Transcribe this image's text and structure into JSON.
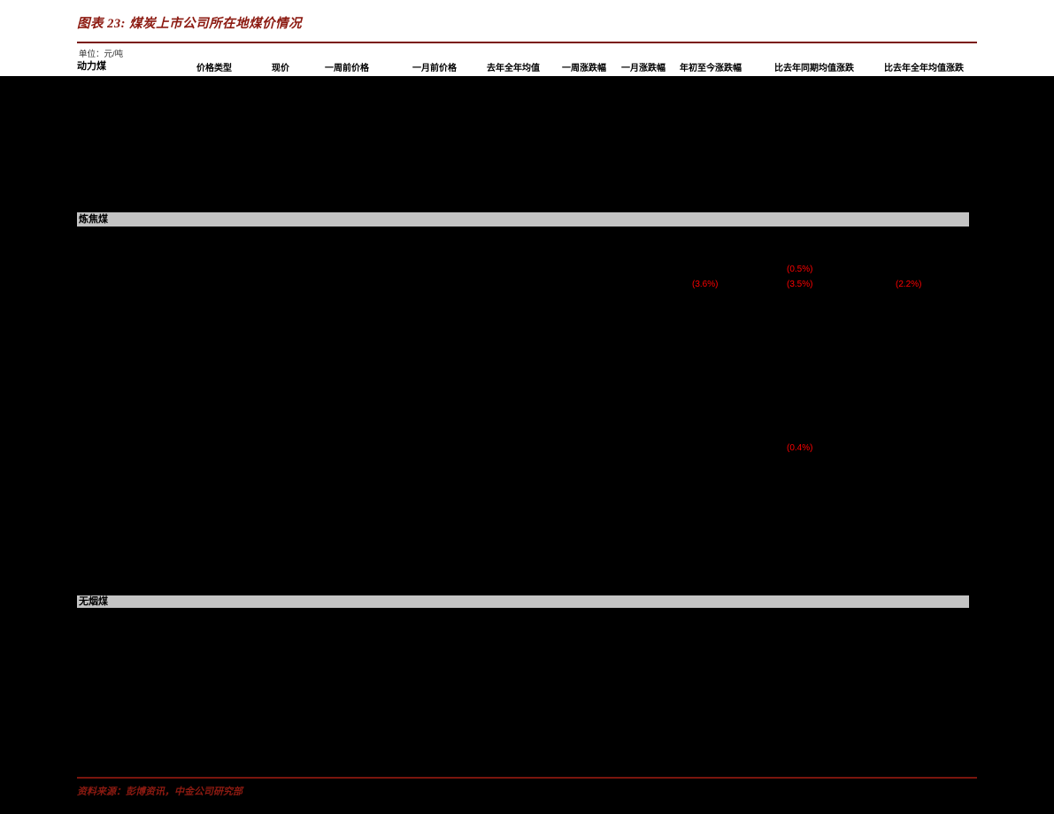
{
  "colors": {
    "accent_dark_red": "#8c1a11",
    "rule_red": "#7a150d",
    "value_red": "#ff0000",
    "band_gray": "#c4c4c4",
    "body_black": "#000000",
    "paper_white": "#ffffff"
  },
  "header": {
    "figure_title": "图表 23: 煤炭上市公司所在地煤价情况",
    "unit_label": "单位：元/吨"
  },
  "table": {
    "group_label": "动力煤",
    "columns": [
      "价格类型",
      "现价",
      "一周前价格",
      "一月前价格",
      "去年全年均值",
      "一周涨跌幅",
      "一月涨跌幅",
      "年初至今涨跌幅",
      "比去年同期均值涨跌",
      "比去年全年均值涨跌"
    ],
    "sections": [
      {
        "label": "炼焦煤"
      },
      {
        "label": "无烟煤"
      }
    ],
    "red_values": [
      {
        "text": "(0.5%)"
      },
      {
        "text": "(3.6%)"
      },
      {
        "text": "(3.5%)"
      },
      {
        "text": "(2.2%)"
      },
      {
        "text": "(0.4%)"
      }
    ]
  },
  "footer": {
    "source": "资料来源：彭博资讯，中金公司研究部"
  }
}
